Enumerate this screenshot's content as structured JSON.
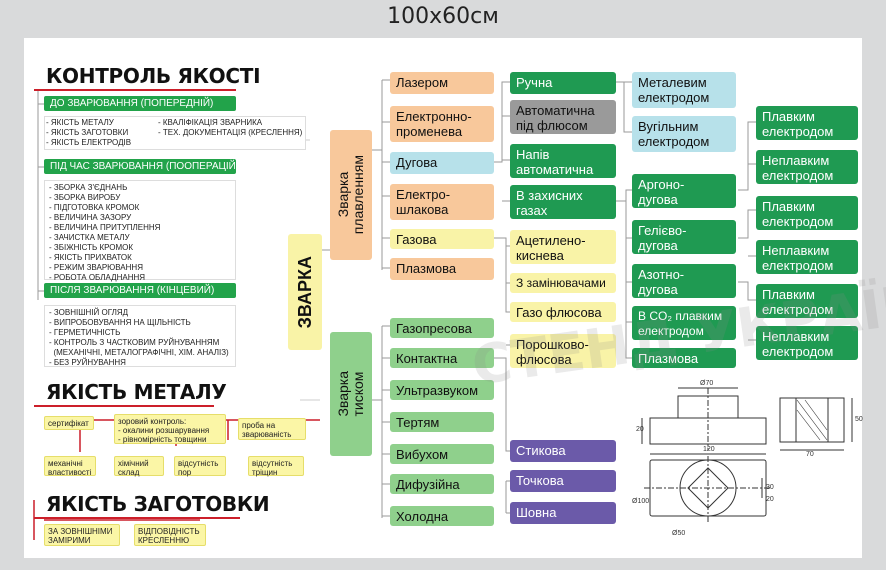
{
  "header": "100х60см",
  "quality": {
    "title": "КОНТРОЛЬ ЯКОСТІ",
    "before_label": "ДО ЗВАРЮВАННЯ (ПОПЕРЕДНІЙ)",
    "before_list1": "- ЯКІСТЬ МЕТАЛУ\n- ЯКІСТЬ ЗАГОТОВКИ\n- ЯКІСТЬ ЕЛЕКТРОДІВ",
    "before_list2": "- КВАЛІФІКАЦІЯ ЗВАРНИКА\n- ТЕХ. ДОКУМЕНТАЦІЯ (КРЕСЛЕННЯ)",
    "during_label": "ПІД ЧАС ЗВАРЮВАННЯ (ПООПЕРАЦІЙНИЙ)",
    "during_list": "- ЗБОРКА З'ЄДНАНЬ\n- ЗБОРКА ВИРОБУ\n- ПІДГОТОВКА КРОМОК\n- ВЕЛИЧИНА ЗАЗОРУ\n- ВЕЛИЧИНА ПРИТУПЛЕННЯ\n- ЗАЧИСТКА МЕТАЛУ\n- ЗБІЖНІСТЬ КРОМОК\n- ЯКІСТЬ ПРИХВАТОК\n- РЕЖИМ ЗВАРЮВАННЯ\n- РОБОТА ОБЛАДНАННЯ",
    "after_label": "ПІСЛЯ ЗВАРЮВАННЯ (КІНЦЕВИЙ)",
    "after_list": "- ЗОВНІШНІЙ ОГЛЯД\n- ВИПРОБОВУВАННЯ НА ЩІЛЬНІСТЬ\n- ГЕРМЕТИЧНІСТЬ\n- КОНТРОЛЬ З ЧАСТКОВИМ РУЙНУВАННЯМ\n  (МЕХАНІЧНІ, МЕТАЛОГРАФІЧНІ, ХІМ. АНАЛІЗ)\n- БЕЗ РУЙНУВАННЯ"
  },
  "metal": {
    "title": "ЯКІСТЬ МЕТАЛУ",
    "cert": "сертифікат",
    "visual": "зоровий контроль:\n- окалини розшарування\n- рівномірність товщини",
    "weld_test": "проба на\nзварюваність",
    "mech": "механічні\nвластивості",
    "chem": "хімічний\nсклад",
    "pores": "відсутність\nпор",
    "cracks": "відсутність\nтріщин"
  },
  "blank": {
    "title": "ЯКІСТЬ ЗАГОТОВКИ",
    "external": "ЗА ЗОВНІШНІМИ\nЗАМІРИМИ",
    "drawing": "ВІДПОВІДНІСТЬ\nКРЕСЛЕННЮ"
  },
  "center": {
    "welding": "ЗВАРКА",
    "fusion": "Зварка\nплавленням",
    "pressure": "Зварка\nтиском"
  },
  "fusion_methods": [
    "Лазером",
    "Електронно-\nпроменева",
    "Дугова",
    "Електро-\nшлакова",
    "Газова",
    "Плазмова"
  ],
  "pressure_methods": [
    "Газопресова",
    "Контактна",
    "Ультразвуком",
    "Тертям",
    "Вибухом",
    "Дифузійна",
    "Холодна"
  ],
  "arc_types": [
    "Ручна",
    "Автоматична\nпід флюсом",
    "Напів\nавтоматична",
    "В захисних\nгазах"
  ],
  "electrodes": [
    "Металевим\nелектродом",
    "Вугільним\nелектродом"
  ],
  "gas_types": [
    "Ацетилено-\nкиснева",
    "З замінювачами",
    "Газо флюсова",
    "Порошково-\nфлюсова"
  ],
  "shield_types": [
    "Аргоно-\nдугова",
    "Гелієво-\nдугова",
    "Азотно-\nдугова",
    "В CO₂ плавким\nелектродом",
    "Плазмова"
  ],
  "electrode_pairs": [
    "Плавким\nелектродом",
    "Неплавким\nелектродом",
    "Плавким\nелектродом",
    "Неплавким\nелектродом",
    "Плавким\nелектродом",
    "Неплавким\nелектродом"
  ],
  "contact_types": [
    "Стикова",
    "Точкова",
    "Шовна"
  ],
  "drawing_dims": {
    "d70": "Ø70",
    "w120": "120",
    "h20": "20",
    "h50": "50",
    "w70": "70",
    "d100": "Ø100",
    "d50": "Ø50",
    "s30": "30",
    "s20": "20"
  },
  "watermark": "СТЕНД УКРАЇНА",
  "colors": {
    "red": "#cc1f2a",
    "green": "#22a34a",
    "dgreen": "#1f9a52",
    "orange": "#f8c89b",
    "cyan": "#b7e1ea",
    "yellow": "#f9f3a7",
    "lgreen": "#8fd08c",
    "gray": "#9a9a9a",
    "purple": "#6b5aa9"
  }
}
